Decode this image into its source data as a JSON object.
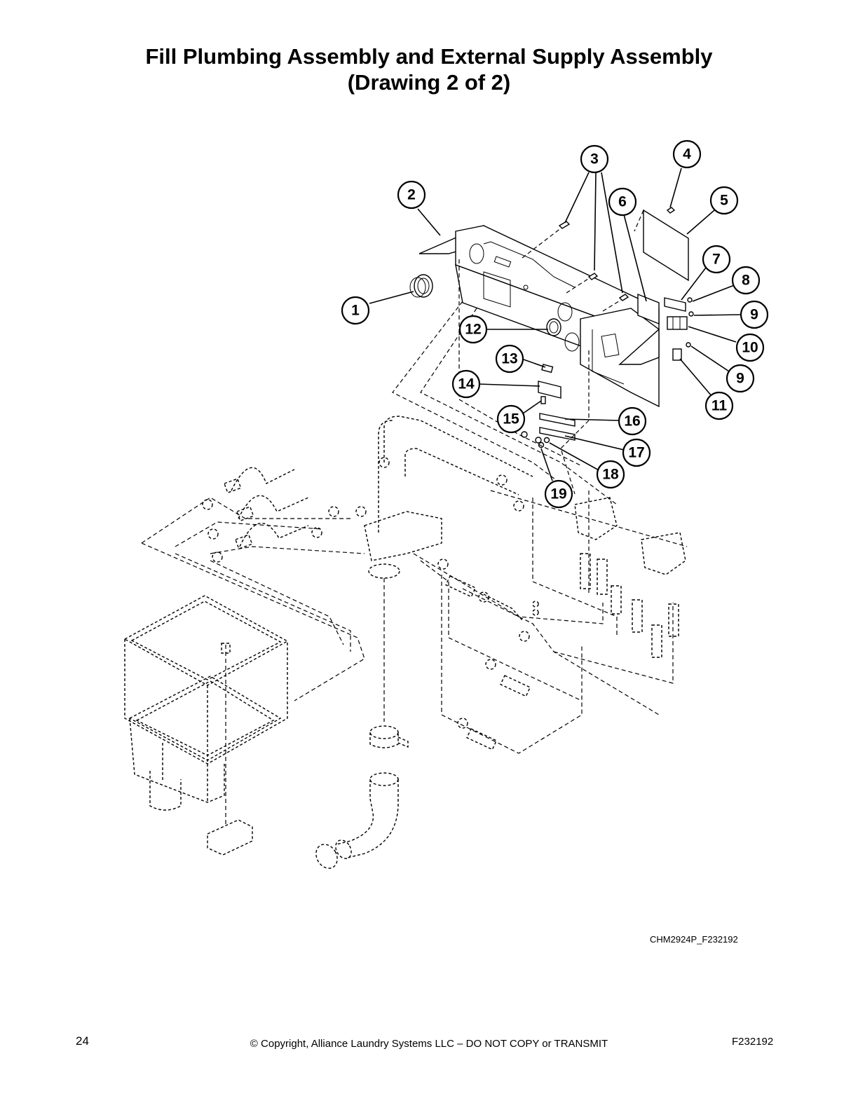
{
  "title": {
    "line1": "Fill Plumbing Assembly and External Supply Assembly",
    "line2": "(Drawing 2 of 2)"
  },
  "callouts": [
    "1",
    "2",
    "3",
    "4",
    "5",
    "6",
    "7",
    "8",
    "9",
    "10",
    "9",
    "11",
    "12",
    "13",
    "14",
    "15",
    "16",
    "17",
    "18",
    "19"
  ],
  "drawing_id": "CHM2924P_F232192",
  "footer": {
    "page_number": "24",
    "copyright": "© Copyright, Alliance Laundry Systems LLC – DO NOT COPY or TRANSMIT",
    "code": "F232192"
  }
}
